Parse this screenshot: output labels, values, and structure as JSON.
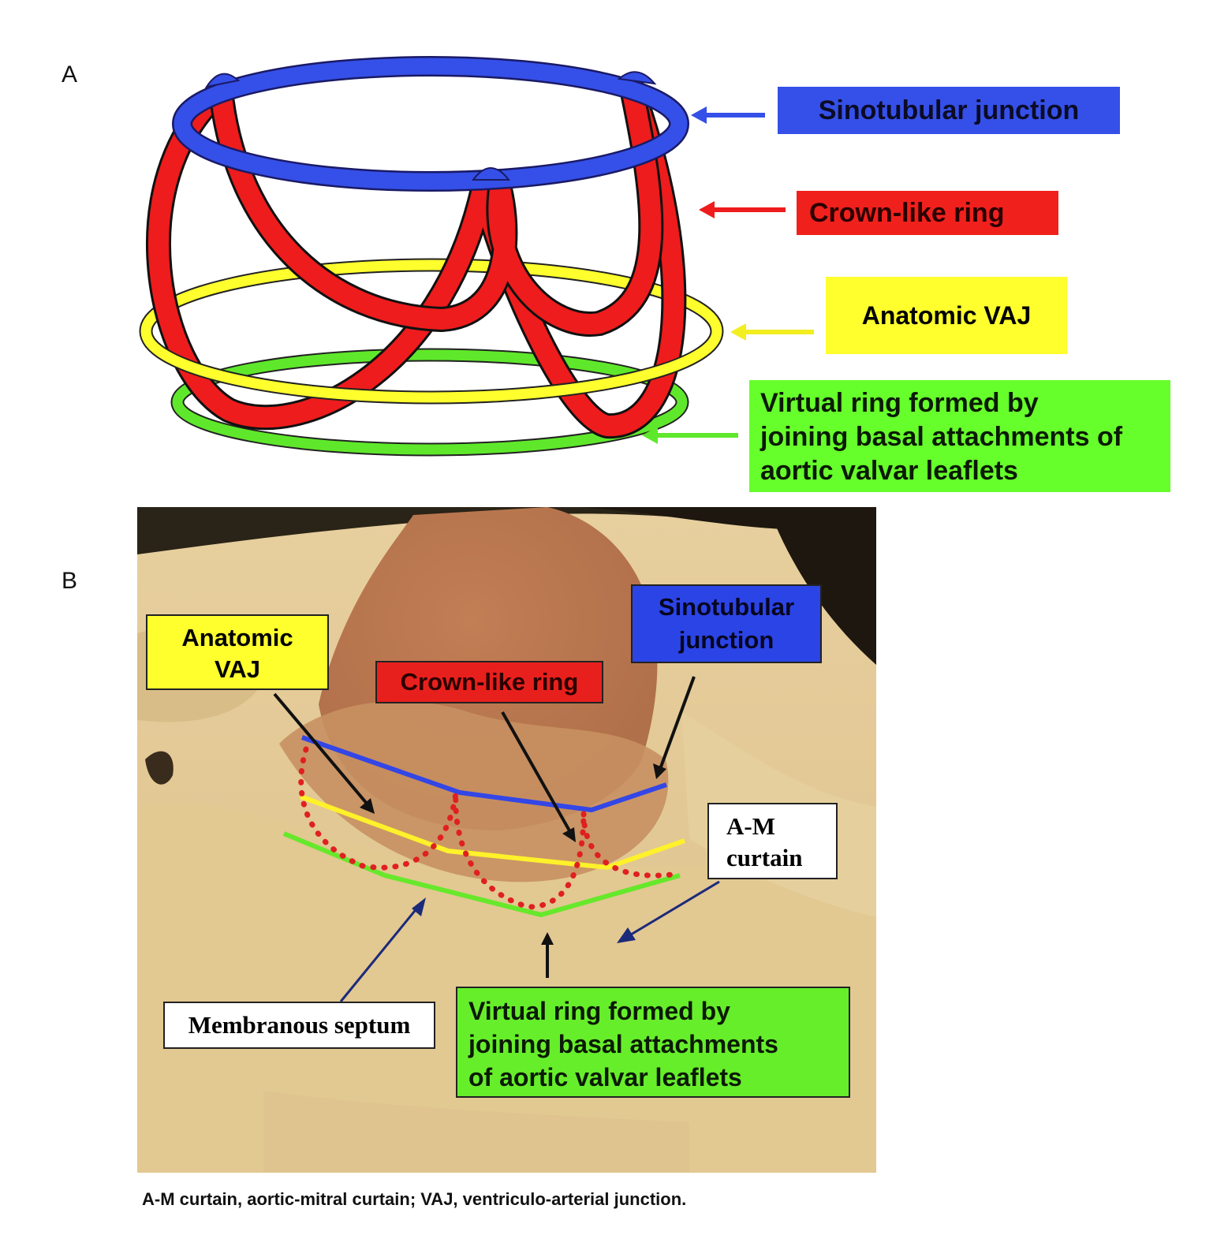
{
  "panel_a": {
    "letter": "A",
    "labels": {
      "sinotubular": "Sinotubular junction",
      "crown": "Crown-like ring",
      "anatomic_vaj": "Anatomic VAJ",
      "virtual_ring": [
        "Virtual ring formed by",
        "joining basal attachments of",
        "aortic valvar leaflets"
      ]
    }
  },
  "panel_b": {
    "letter": "B",
    "labels": {
      "anatomic_vaj": [
        "Anatomic",
        "VAJ"
      ],
      "crown": "Crown-like ring",
      "sinotubular": [
        "Sinotubular",
        "junction"
      ],
      "am_curtain": [
        "A-M",
        "curtain"
      ],
      "membranous": "Membranous septum",
      "virtual_ring": [
        "Virtual ring formed by",
        "joining basal attachments",
        "of aortic valvar leaflets"
      ]
    }
  },
  "caption": "A-M curtain, aortic-mitral curtain; VAJ, ventriculo-arterial junction.",
  "colors": {
    "blue": "#3550e8",
    "red": "#f0211d",
    "yellow": "#ffff2e",
    "green": "#66ff2b",
    "tissue": "#e8cf9a",
    "aortic_wall": "#c98a5c"
  }
}
